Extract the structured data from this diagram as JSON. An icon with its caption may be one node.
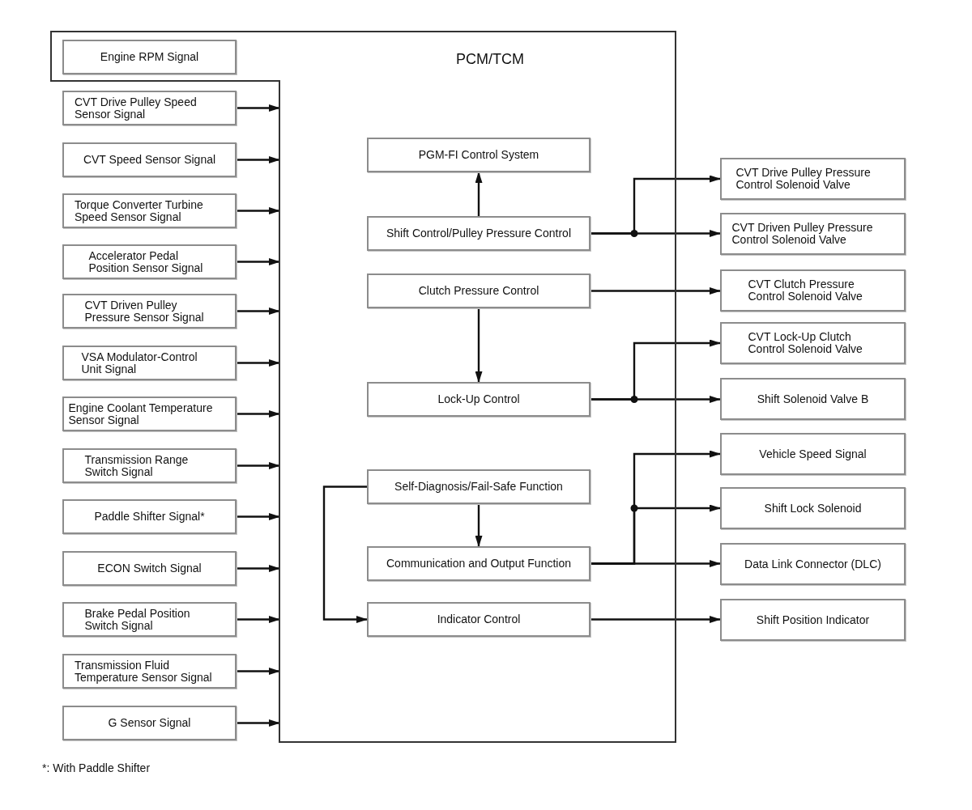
{
  "diagram": {
    "nodes": [
      {
        "text": [
          "PCM/TCM"
        ]
      },
      {
        "text": [
          "Engine RPM Signal"
        ],
        "in": 0
      },
      {
        "text": [
          "CVT Drive Pulley Speed Sensor Signal"
        ]
      },
      {
        "text": [
          "CVT Speed Sensor Signal"
        ]
      },
      {
        "text": [
          "Torque Converter Turbine Speed Sensor Signal"
        ]
      },
      {
        "text": [
          "Accelerator Pedal Position Sensor Signal"
        ]
      },
      {
        "text": [
          "CVT Driven Pulley Pressure Sensor Signal"
        ]
      },
      {
        "text": [
          "VSA Modulator-Control Unit Signal"
        ]
      },
      {
        "text": [
          "Engine Coolant Temperature Sensor Signal"
        ]
      },
      {
        "text": [
          "Transmission Range Switch Signal"
        ]
      },
      {
        "text": [
          "Paddle Shifter Signal*"
        ]
      },
      {
        "text": [
          "ECON Switch Signal"
        ]
      },
      {
        "text": [
          "Brake Pedal Position Switch Signal"
        ]
      },
      {
        "text": [
          "Transmission Fluid Temperature Sensor Signal"
        ]
      },
      {
        "text": [
          "G Sensor Signal"
        ]
      },
      {
        "text": [
          "PGM-FI Control System"
        ],
        "in": 0
      },
      {
        "text": [
          "Shift Control/Pulley Pressure Control"
        ],
        "in": 0
      },
      {
        "text": [
          "Clutch Pressure Control"
        ],
        "in": 0
      },
      {
        "text": [
          "Lock-Up Control"
        ],
        "in": 0
      },
      {
        "text": [
          "Self-Diagnosis/Fail-Safe Function"
        ],
        "in": 0
      },
      {
        "text": [
          "Communication and Output Function"
        ],
        "in": 0
      },
      {
        "text": [
          "Indicator Control"
        ],
        "in": 0
      },
      {
        "text": [
          "CVT Drive Pulley Pressure Control Solenoid Valve"
        ]
      },
      {
        "text": [
          "CVT Driven Pulley Pressure Control Solenoid Valve"
        ]
      },
      {
        "text": [
          "CVT Clutch Pressure Control Solenoid Valve"
        ]
      },
      {
        "text": [
          "CVT Lock-Up Clutch Control Solenoid Valve"
        ]
      },
      {
        "text": [
          "Shift Solenoid Valve B"
        ]
      },
      {
        "text": [
          "Vehicle Speed Signal"
        ]
      },
      {
        "text": [
          "Shift Lock Solenoid"
        ]
      },
      {
        "text": [
          "Data Link Connector (DLC)"
        ]
      },
      {
        "text": [
          "Shift Position Indicator"
        ]
      }
    ],
    "edges": [
      {
        "from": 2,
        "to": 0,
        "arrow": "to"
      },
      {
        "from": 3,
        "to": 0,
        "arrow": "to"
      },
      {
        "from": 4,
        "to": 0,
        "arrow": "to"
      },
      {
        "from": 5,
        "to": 0,
        "arrow": "to"
      },
      {
        "from": 6,
        "to": 0,
        "arrow": "to"
      },
      {
        "from": 7,
        "to": 0,
        "arrow": "to"
      },
      {
        "from": 8,
        "to": 0,
        "arrow": "to"
      },
      {
        "from": 9,
        "to": 0,
        "arrow": "to"
      },
      {
        "from": 10,
        "to": 0,
        "arrow": "to"
      },
      {
        "from": 11,
        "to": 0,
        "arrow": "to"
      },
      {
        "from": 12,
        "to": 0,
        "arrow": "to"
      },
      {
        "from": 13,
        "to": 0,
        "arrow": "to"
      },
      {
        "from": 14,
        "to": 0,
        "arrow": "to"
      },
      {
        "from": 16,
        "to": 15,
        "arrow": "to"
      },
      {
        "from": 16,
        "to": 22,
        "arrow": "to"
      },
      {
        "from": 16,
        "to": 23,
        "arrow": "to"
      },
      {
        "from": 17,
        "to": 24,
        "arrow": "to"
      },
      {
        "from": 17,
        "to": 18,
        "arrow": "to"
      },
      {
        "from": 18,
        "to": 25,
        "arrow": "to"
      },
      {
        "from": 18,
        "to": 26,
        "arrow": "to"
      },
      {
        "from": 19,
        "to": 20,
        "arrow": "to"
      },
      {
        "from": 19,
        "to": 21,
        "arrow": "to"
      },
      {
        "from": 20,
        "to": 27,
        "arrow": "to"
      },
      {
        "from": 20,
        "to": 28,
        "arrow": "to"
      },
      {
        "from": 20,
        "to": 29,
        "arrow": "to"
      },
      {
        "from": 21,
        "to": 30,
        "arrow": "to"
      }
    ],
    "labels": [
      "*: With Paddle Shifter"
    ]
  }
}
